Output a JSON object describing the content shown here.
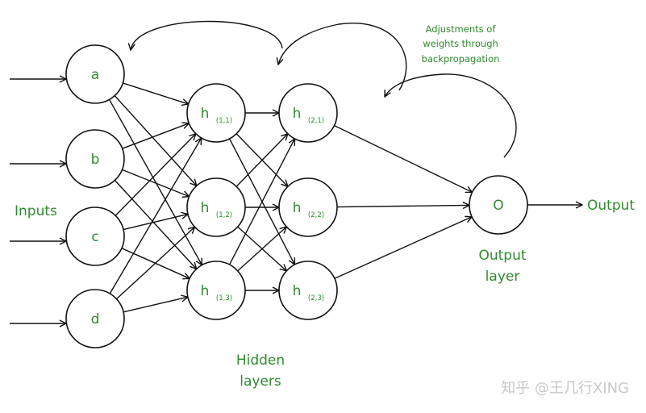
{
  "colors": {
    "text": "#2e8b2e",
    "line": "#111111",
    "watermark": "#c8c8c8"
  },
  "nodes": {
    "inputs": [
      {
        "id": "a",
        "label": "a",
        "sub": ""
      },
      {
        "id": "b",
        "label": "b",
        "sub": ""
      },
      {
        "id": "c",
        "label": "c",
        "sub": ""
      },
      {
        "id": "d",
        "label": "d",
        "sub": ""
      }
    ],
    "hidden1": [
      {
        "id": "h11",
        "label": "h",
        "sub": "(1,1)"
      },
      {
        "id": "h12",
        "label": "h",
        "sub": "(1,2)"
      },
      {
        "id": "h13",
        "label": "h",
        "sub": "(1,3)"
      }
    ],
    "hidden2": [
      {
        "id": "h21",
        "label": "h",
        "sub": "(2,1)"
      },
      {
        "id": "h22",
        "label": "h",
        "sub": "(2,2)"
      },
      {
        "id": "h23",
        "label": "h",
        "sub": "(2,3)"
      }
    ],
    "output": [
      {
        "id": "o",
        "label": "O",
        "sub": ""
      }
    ]
  },
  "labels": {
    "inputs": "Inputs",
    "hidden_line1": "Hidden",
    "hidden_line2": "layers",
    "output_layer_line1": "Output",
    "output_layer_line2": "layer",
    "output": "Output",
    "backprop_line1": "Adjustments of",
    "backprop_line2": "weights through",
    "backprop_line3": "backpropagation"
  },
  "watermark": "知乎 @王几行XING"
}
